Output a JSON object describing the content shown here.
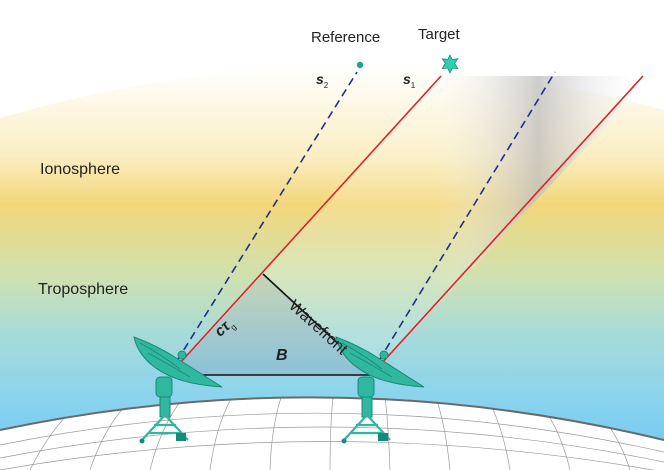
{
  "labels": {
    "reference": "Reference",
    "target": "Target",
    "s2": "s",
    "s2_sub": "2",
    "s1": "s",
    "s1_sub": "1",
    "ionosphere": "Ionosphere",
    "troposphere": "Troposphere",
    "wavefront": "Wavefront",
    "baseline": "B",
    "delay": "cτ",
    "delay_sub": "g"
  },
  "colors": {
    "target_beam": "#e0202a",
    "reference_beam": "#1f2f8a",
    "antenna": "#2fb7a0",
    "ionosphere": "#f2d77a",
    "troposphere": "#9ddbe3",
    "ground_sky": "#74c8f2",
    "earth_grid": "#9a9a9a"
  },
  "icons": {
    "target": "star-icon",
    "reference": "dot-icon",
    "antenna": "radio-telescope-icon"
  }
}
